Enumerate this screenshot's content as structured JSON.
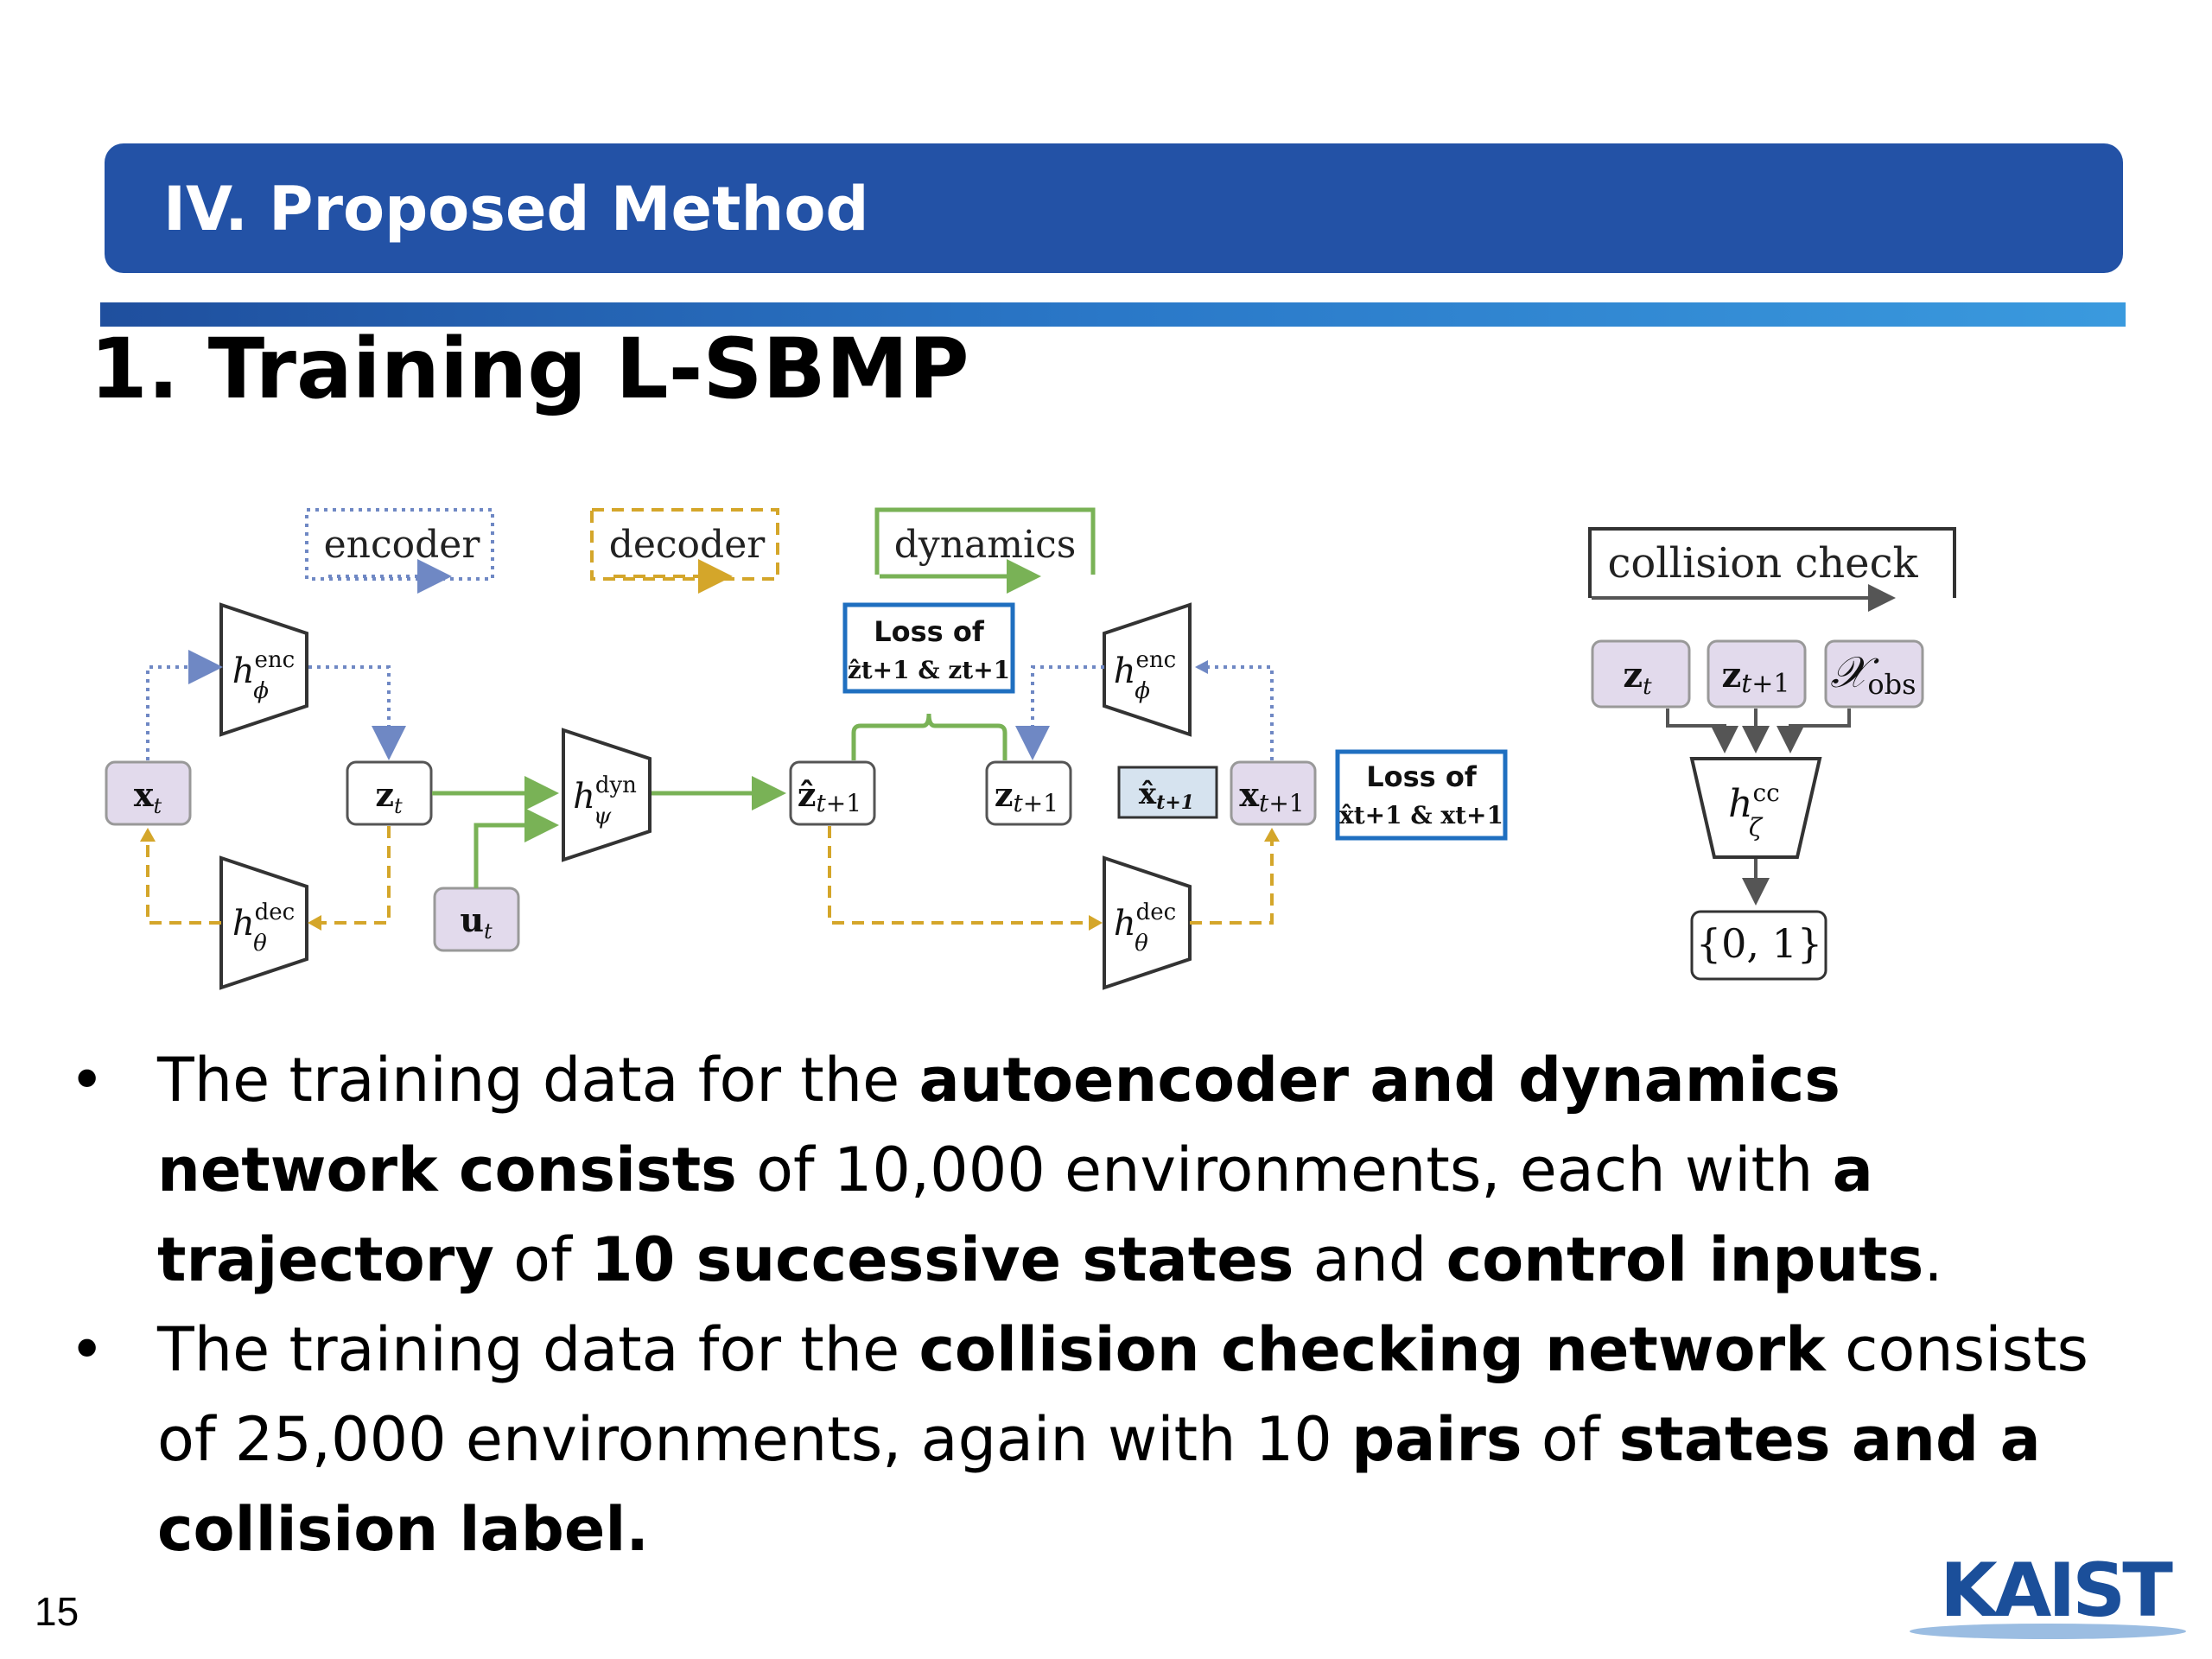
{
  "header": {
    "title": "IV. Proposed Method"
  },
  "section": {
    "title": "1. Training L-SBMP"
  },
  "diagram": {
    "legend": {
      "encoder": "encoder",
      "decoder": "decoder",
      "dynamics": "dynamics",
      "collision_check": "collision check"
    },
    "loss_z": {
      "title": "Loss of",
      "detail": "ẑt+1 & zt+1"
    },
    "loss_x": {
      "title": "Loss of",
      "detail": "x̂t+1 & xt+1"
    },
    "colors": {
      "encoder": "#6f88c4",
      "decoder": "#d4a62a",
      "dynamics": "#79b256",
      "node_fill": "#e2daec",
      "loss_border": "#1f6fc0",
      "header": "#2352a6"
    }
  },
  "bullets": [
    {
      "parts": [
        {
          "text": "The training data for the ",
          "bold": false
        },
        {
          "text": "autoencoder and dynamics network consists",
          "bold": true
        },
        {
          "text": " of 10,000 environments, each with ",
          "bold": false
        },
        {
          "text": "a trajectory",
          "bold": true
        },
        {
          "text": " of ",
          "bold": false
        },
        {
          "text": "10 successive states",
          "bold": true
        },
        {
          "text": " and ",
          "bold": false
        },
        {
          "text": "control inputs",
          "bold": true
        },
        {
          "text": ".",
          "bold": false
        }
      ]
    },
    {
      "parts": [
        {
          "text": "The training data for the ",
          "bold": false
        },
        {
          "text": "collision checking network",
          "bold": true
        },
        {
          "text": " consists of 25,000 environments, again with 10 ",
          "bold": false
        },
        {
          "text": "pairs",
          "bold": true
        },
        {
          "text": " of ",
          "bold": false
        },
        {
          "text": "states and a collision label.",
          "bold": true
        }
      ]
    }
  ],
  "footer": {
    "page_number": "15",
    "logo": "KAIST"
  }
}
